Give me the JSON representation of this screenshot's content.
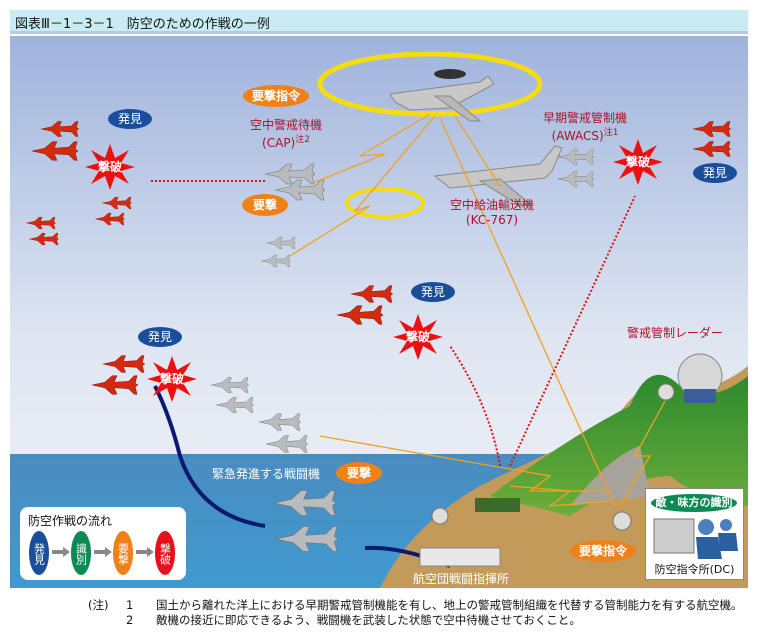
{
  "title": "図表Ⅲ－1－3－1　防空のための作戦の一例",
  "labels": {
    "cap_line1": "空中警戒待機",
    "cap_line2": "(CAP)",
    "cap_note": "注2",
    "awacs_line1": "早期警戒管制機",
    "awacs_line2": "(AWACS)",
    "awacs_note": "注1",
    "tanker_line1": "空中給油輸送機",
    "tanker_line2": "(KC-767)",
    "radar": "警戒管制レーダー",
    "scramble": "緊急発進する戦闘機",
    "wing_hq": "航空団戦闘指揮所",
    "dc_badge": "敵・味方の識別",
    "dc_name": "防空指令所(DC)"
  },
  "badges": {
    "intercept_order": "要撃指令",
    "intercept": "要撃",
    "detect": "発見",
    "destroy": "撃破"
  },
  "legend": {
    "title": "防空作戦の流れ",
    "steps": [
      {
        "label": "発見",
        "color": "#1a4e9a"
      },
      {
        "label": "識別",
        "color": "#0c8a55"
      },
      {
        "label": "要撃",
        "color": "#f08018"
      },
      {
        "label": "撃破",
        "color": "#e8101a"
      }
    ]
  },
  "notes": {
    "prefix": "(注)",
    "items": [
      {
        "num": "1",
        "text": "国土から離れた洋上における早期警戒管制機能を有し、地上の警戒管制組織を代替する管制能力を有する航空機。"
      },
      {
        "num": "2",
        "text": "敵機の接近に即応できるよう、戦闘機を武装した状態で空中待機させておくこと。"
      }
    ]
  }
}
